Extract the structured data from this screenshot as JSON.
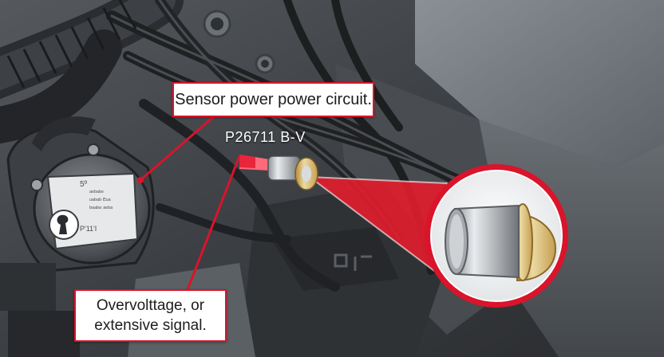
{
  "callouts": {
    "top": "Sensor power power circuit.",
    "code": "P26711 B-V",
    "bottom_line1": "Overvolttage, or",
    "bottom_line2": "extensive signal."
  },
  "part_label": {
    "line1": "5º",
    "line2": "ᵃᵉᵇᵃᵇᵉ",
    "line3": "ᵘᵃᵇᵃᵇ ᴱᵘᵃ",
    "line4": "ᵇᵃᵃᵇᵃ ᵃᵉᵇᵃ",
    "line5": "P'11'I"
  },
  "colors": {
    "accent": "#d9142b",
    "callout_bg": "#ffffff"
  }
}
